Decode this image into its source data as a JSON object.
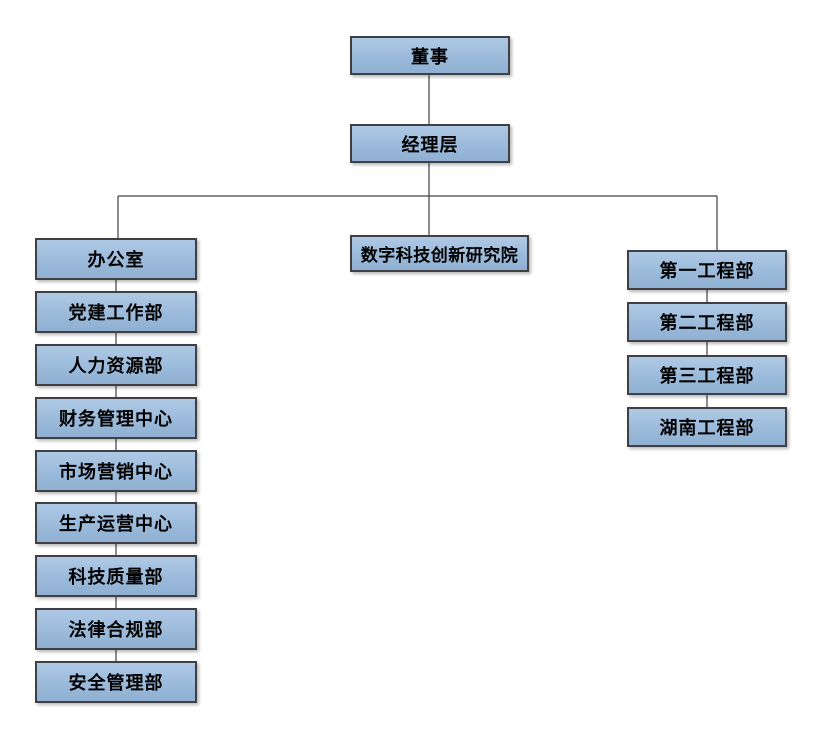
{
  "org": {
    "root": "董事",
    "level2": "经理层",
    "center_branch": "数字科技创新研究院",
    "left_branch": [
      "办公室",
      "党建工作部",
      "人力资源部",
      "财务管理中心",
      "市场营销中心",
      "生产运营中心",
      "科技质量部",
      "法律合规部",
      "安全管理部"
    ],
    "right_branch": [
      "第一工程部",
      "第二工程部",
      "第三工程部",
      "湖南工程部"
    ]
  },
  "colors": {
    "box_fill_top": "#aec9e5",
    "box_fill_bottom": "#8fb0d2",
    "box_border": "#3f3f44",
    "connector": "#404040",
    "text": "#000000",
    "background": "#ffffff"
  }
}
